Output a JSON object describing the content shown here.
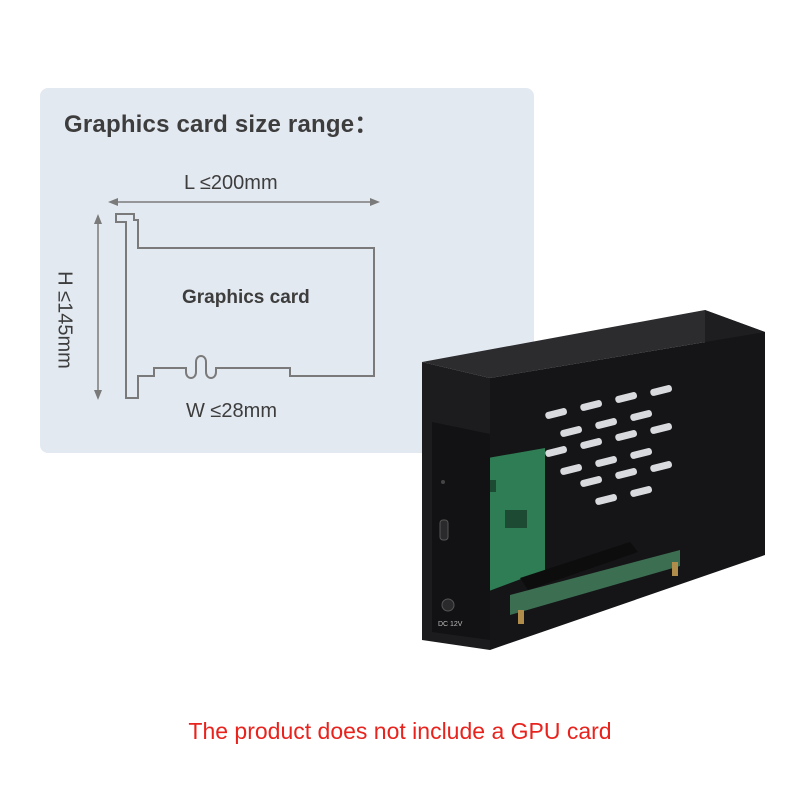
{
  "spec": {
    "title": "Graphics card size range：",
    "length_label": "L ≤200mm",
    "height_label": "H ≤145mm",
    "width_label": "W ≤28mm",
    "card_label": "Graphics card"
  },
  "disclaimer": "The product does not include a GPU card",
  "enclosure": {
    "port_label_dc": "DC",
    "port_label_voltage": "12V"
  },
  "colors": {
    "panel_bg": "#e3e9f1",
    "diagram_line": "#7a7a7a",
    "text": "#3d3d3d",
    "disclaimer": "#e8231d",
    "enclosure": "#1c1c1e",
    "pcb": "#2f7d54"
  }
}
